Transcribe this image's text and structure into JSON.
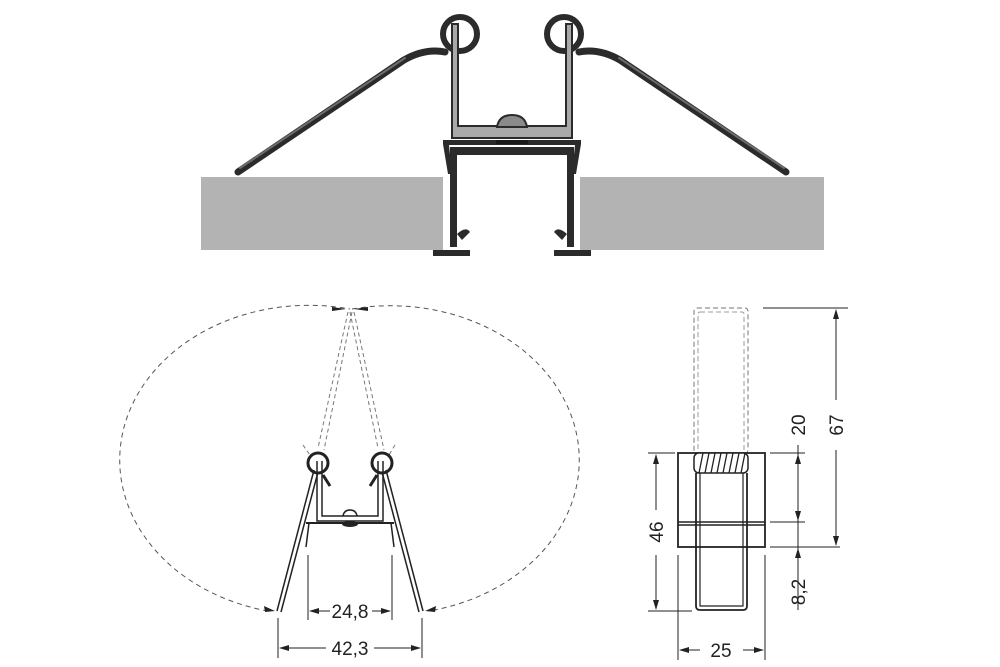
{
  "drawing": {
    "views": [
      {
        "id": "installed-section",
        "description": "Profile installed in ceiling cutout with spring clips"
      },
      {
        "id": "front-view",
        "description": "Front section with spring clip swing range"
      },
      {
        "id": "side-view",
        "description": "Side view with spring clip"
      }
    ],
    "colors": {
      "ceiling": "#b3b3b3",
      "profile": "#2b2b2b",
      "bracket": "#a9a9a9",
      "line": "#222222"
    }
  },
  "dimensions": {
    "inner_width": "24,8",
    "outer_width": "42,3",
    "side_width": "25",
    "side_height_46": "46",
    "clip_height_20": "20",
    "total_height_67": "67",
    "bottom_offset_8_2": "8,2"
  }
}
